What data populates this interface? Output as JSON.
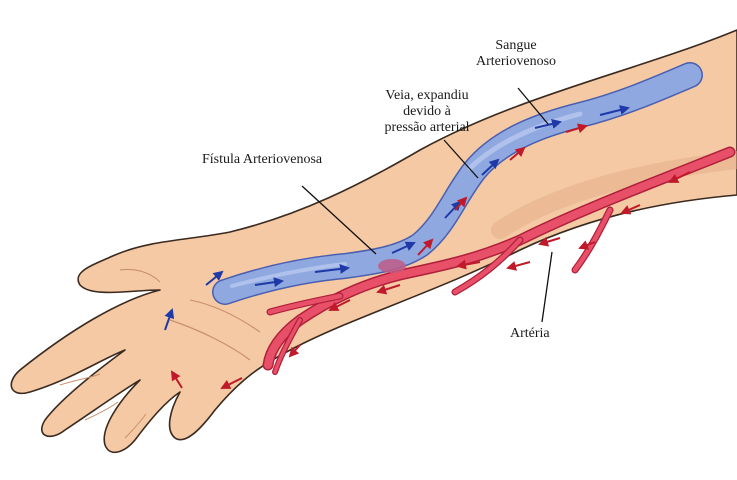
{
  "labels": {
    "sangue": [
      "Sangue",
      "Arteriovenoso"
    ],
    "veia": [
      "Veia, expandiu",
      "devido à",
      "pressão arterial"
    ],
    "fistula": "Fístula Arteriovenosa",
    "arteria": "Artéria"
  },
  "colors": {
    "skin": "#f4c9a4",
    "skin_outline": "#3a2a20",
    "skin_shadow": "#e3ad86",
    "vein": "#8fa8e0",
    "vein_outline": "#4a5fb0",
    "vein_arrow": "#1f3aa8",
    "artery": "#e8506a",
    "artery_outline": "#b0203a",
    "artery_arrow": "#c01a2a",
    "leader": "#111111"
  }
}
